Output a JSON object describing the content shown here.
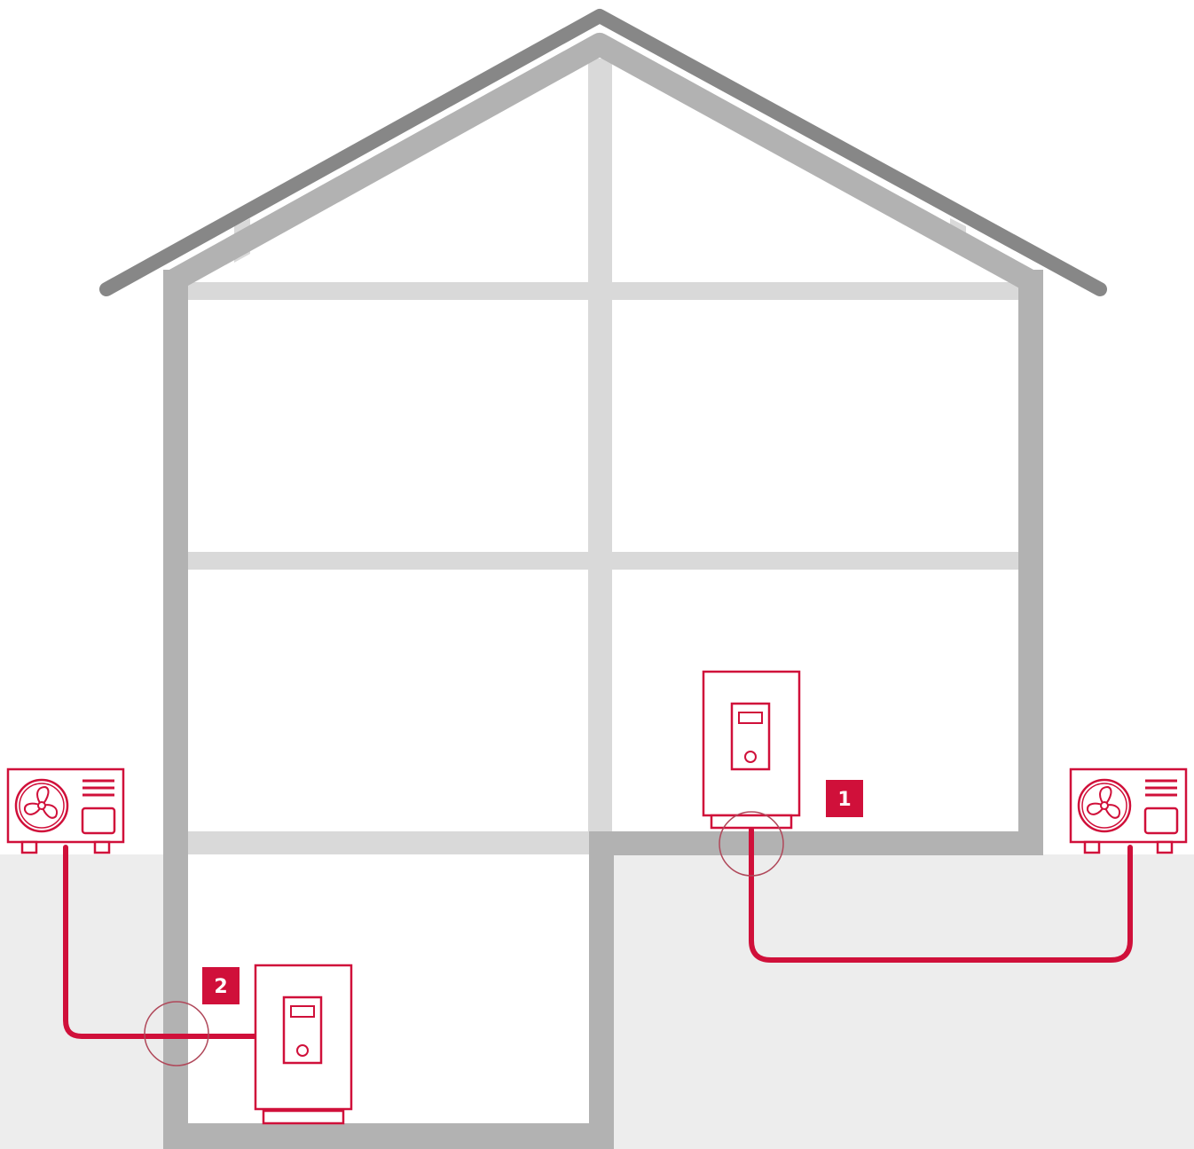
{
  "colors": {
    "accent": "#d0103a",
    "roof": "#878787",
    "wall": "#b2b2b2",
    "floor": "#d9d9d9",
    "ground": "#ededed",
    "background": "#ffffff"
  },
  "markers": [
    {
      "id": "1",
      "label": "1",
      "icon": "number-badge"
    },
    {
      "id": "2",
      "label": "2",
      "icon": "number-badge"
    }
  ],
  "units": {
    "outdoor_left": {
      "icon": "fan-icon"
    },
    "outdoor_right": {
      "icon": "fan-icon"
    },
    "indoor_1": {
      "icon": "control-display-icon"
    },
    "indoor_2": {
      "icon": "control-display-icon"
    }
  }
}
